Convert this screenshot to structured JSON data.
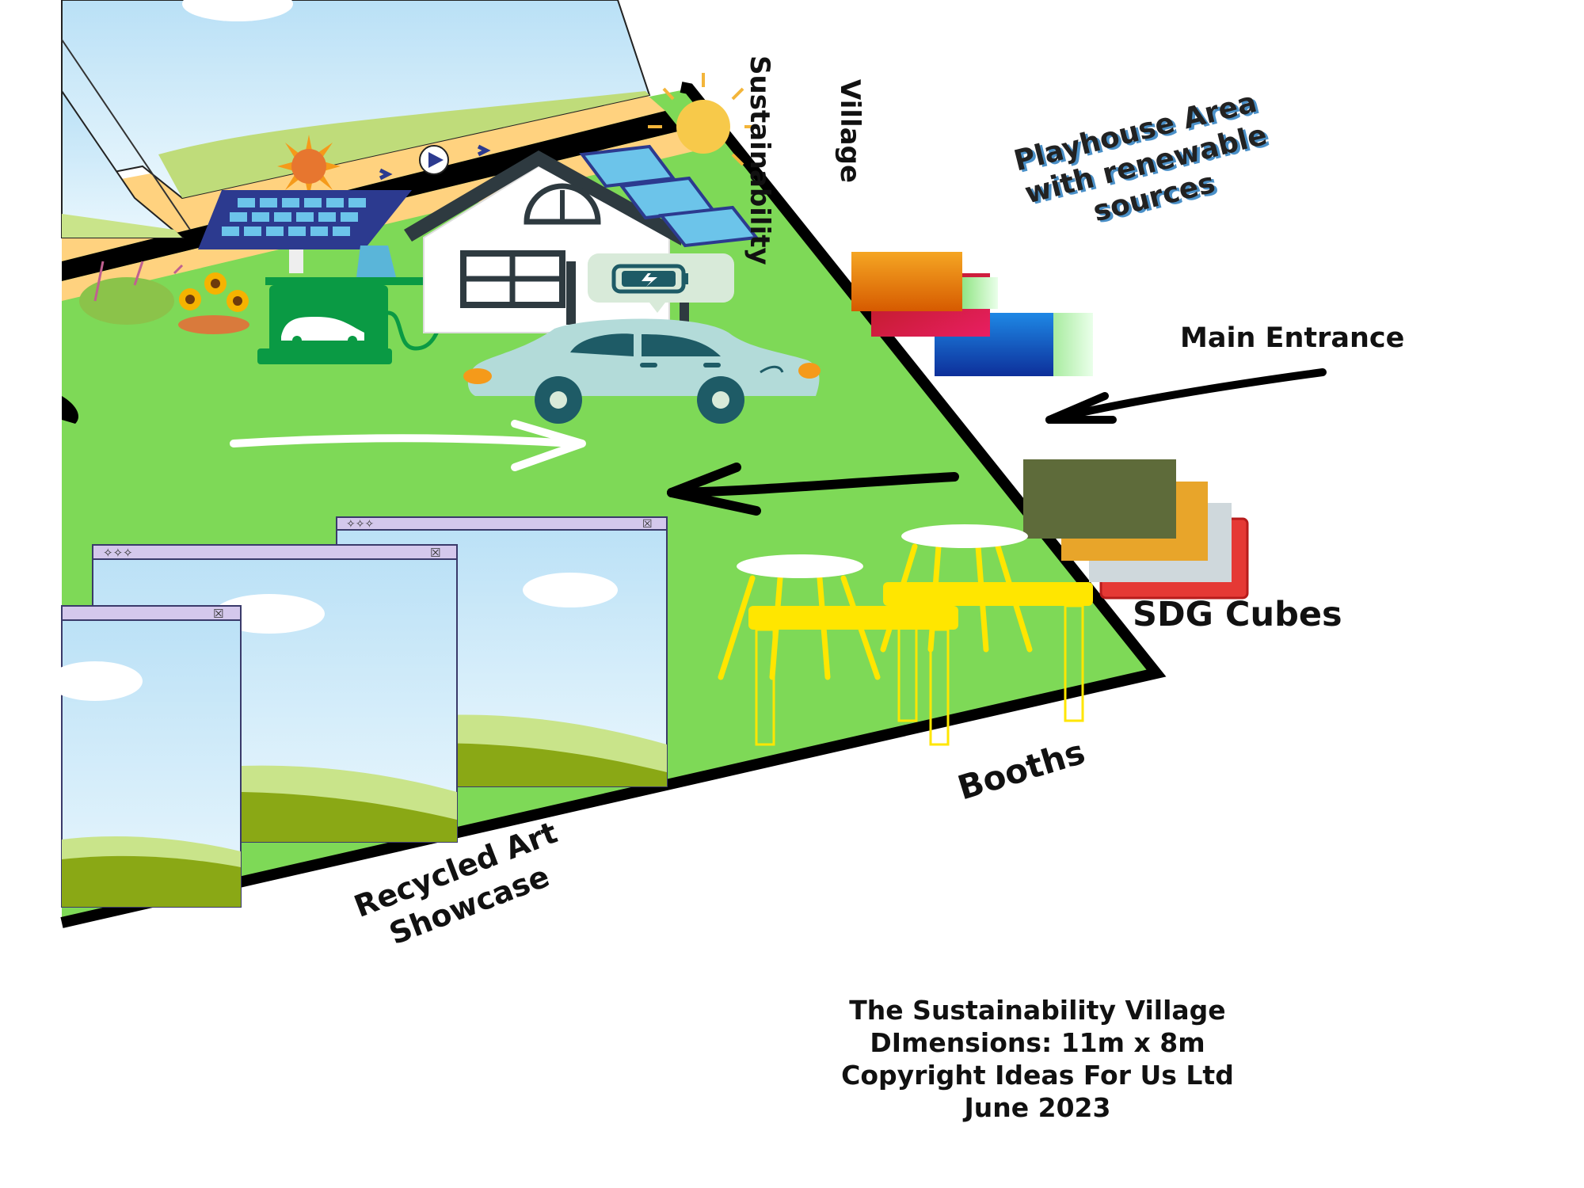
{
  "labels": {
    "village_line1": "Sustainability",
    "village_line2": "Village",
    "playhouse_line1": "Playhouse Area",
    "playhouse_line2": "with renewable",
    "playhouse_line3": "sources",
    "main_entrance": "Main Entrance",
    "sdg_cubes": "SDG Cubes",
    "booths": "Booths",
    "recycled_line1": "Recycled Art",
    "recycled_line2": "Showcase"
  },
  "footer": {
    "line1": "The Sustainability Village",
    "line2": "DImensions: 11m x 8m",
    "line3": "Copyright Ideas For Us Ltd",
    "line4": "June 2023"
  },
  "window_icons": {
    "stars": "✧✧✧",
    "close": "☒"
  },
  "colors": {
    "grass": "#7ed957",
    "border": "#000000",
    "sky_top": "#bfe4f7",
    "hill_green": "#8aa815",
    "window_bar": "#d4c8ec",
    "cube_olive": "#5e6b3a",
    "cube_orange": "#e8a52a",
    "cube_red": "#e53935",
    "cube_blue": "#1565c0",
    "chair_yellow": "#ffe600",
    "car": "#b3dbd9",
    "charger": "#0a9a44",
    "sun": "#f7c94a"
  }
}
